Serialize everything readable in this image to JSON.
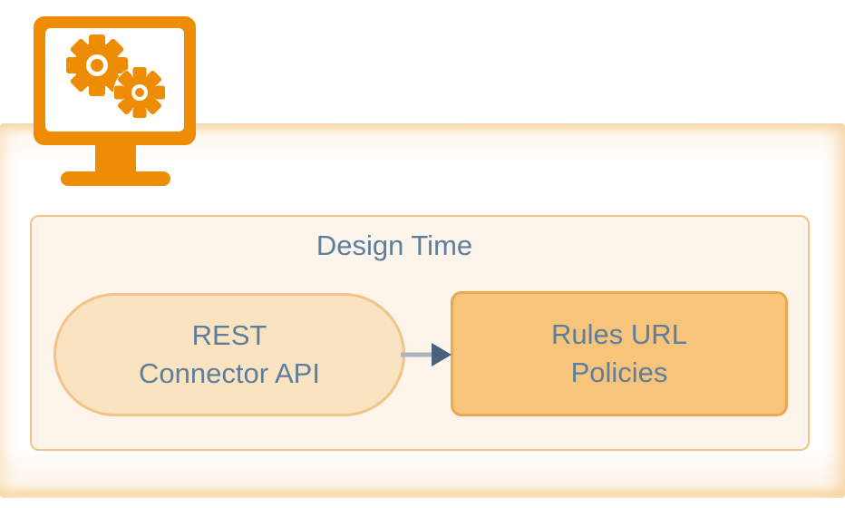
{
  "diagram": {
    "title": "Design Time",
    "device_icon": "computer-with-gears",
    "nodes": [
      {
        "id": "rest-connector-api",
        "shape": "capsule",
        "line1": "REST",
        "line2": "Connector API"
      },
      {
        "id": "rules-url-policies",
        "shape": "rounded-rectangle",
        "line1": "Rules URL",
        "line2": "Policies"
      }
    ],
    "edges": [
      {
        "from": "rest-connector-api",
        "to": "rules-url-policies",
        "style": "arrow-right"
      }
    ],
    "colors": {
      "icon_orange": "#EE8C05",
      "panel_glow": "#F8D9AB",
      "group_fill": "#FDF4EB",
      "group_border": "#F2C183",
      "capsule_fill": "#FAE3C1",
      "capsule_border": "#F3C387",
      "rules_fill": "#F7C47C",
      "rules_border": "#EBA94F",
      "label_text": "#5D7E9C",
      "arrow_shaft": "#A8B5C0",
      "arrow_head": "#47627C"
    }
  }
}
